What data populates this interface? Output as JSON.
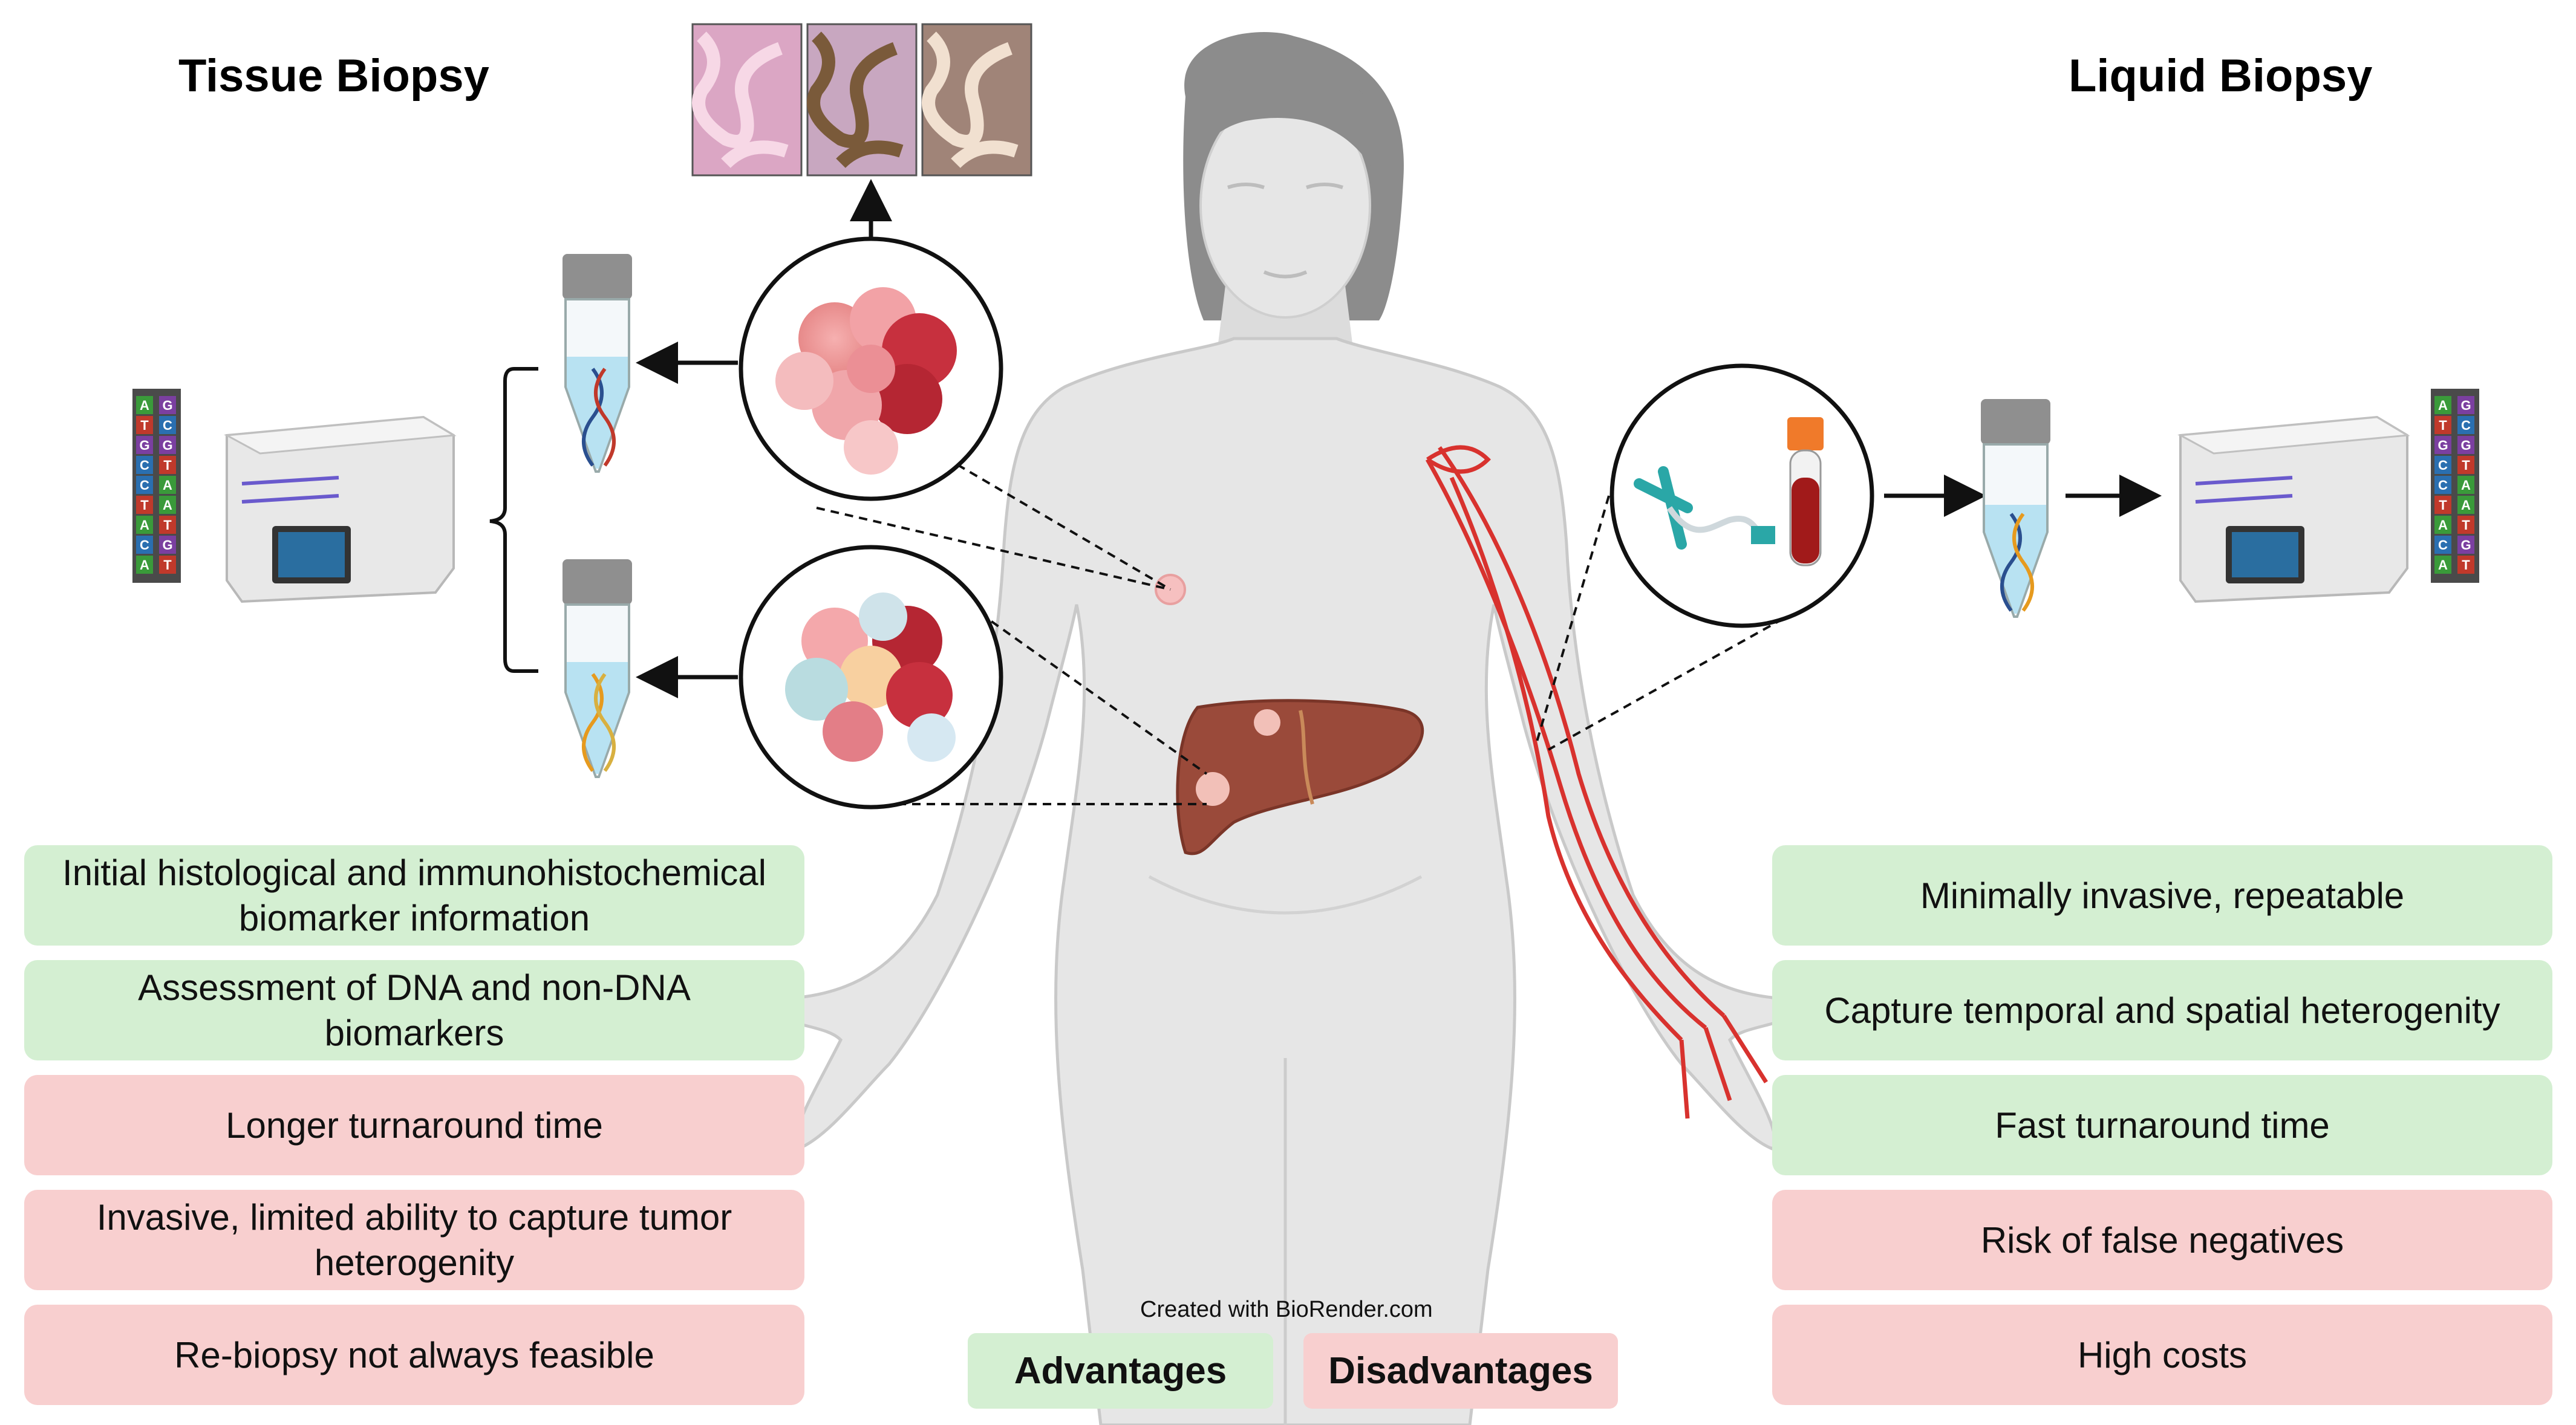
{
  "titles": {
    "tissue": "Tissue Biopsy",
    "liquid": "Liquid Biopsy"
  },
  "tissue_points": [
    {
      "text": "Initial histological and immunohistochemical biomarker information",
      "kind": "advantage"
    },
    {
      "text": "Assessment of DNA and non-DNA biomarkers",
      "kind": "advantage"
    },
    {
      "text": "Longer turnaround time",
      "kind": "disadvantage"
    },
    {
      "text": "Invasive, limited ability to capture tumor heterogenity",
      "kind": "disadvantage"
    },
    {
      "text": "Re-biopsy not always feasible",
      "kind": "disadvantage"
    }
  ],
  "liquid_points": [
    {
      "text": "Minimally invasive, repeatable",
      "kind": "advantage"
    },
    {
      "text": "Capture temporal and spatial heterogenity",
      "kind": "advantage"
    },
    {
      "text": "Fast turnaround time",
      "kind": "advantage"
    },
    {
      "text": "Risk of false negatives",
      "kind": "disadvantage"
    },
    {
      "text": "High costs",
      "kind": "disadvantage"
    }
  ],
  "legend": {
    "advantages": "Advantages",
    "disadvantages": "Disadvantages"
  },
  "credit": "Created with BioRender.com",
  "dna_letters": {
    "left_strand": [
      "A",
      "T",
      "G",
      "C",
      "C",
      "T",
      "A",
      "C",
      "A"
    ],
    "right_strand": [
      "G",
      "C",
      "G",
      "T",
      "A",
      "A",
      "T",
      "G",
      "T"
    ]
  },
  "colors": {
    "advantage": "#d4efd2",
    "disadvantage": "#f8cfcf",
    "body": "#e6e6e6",
    "liver": "#9a4a3a",
    "vessel": "#d8322e",
    "tumor": "#d94a55",
    "tube_liquid": "#b8e2f2"
  },
  "icons": [
    "sequencer-icon",
    "dna-barcode-icon",
    "test-tube-icon",
    "tumor-cluster-icon",
    "histology-slide-icon",
    "blood-tube-icon",
    "butterfly-needle-icon",
    "liver-icon",
    "human-body-icon"
  ]
}
